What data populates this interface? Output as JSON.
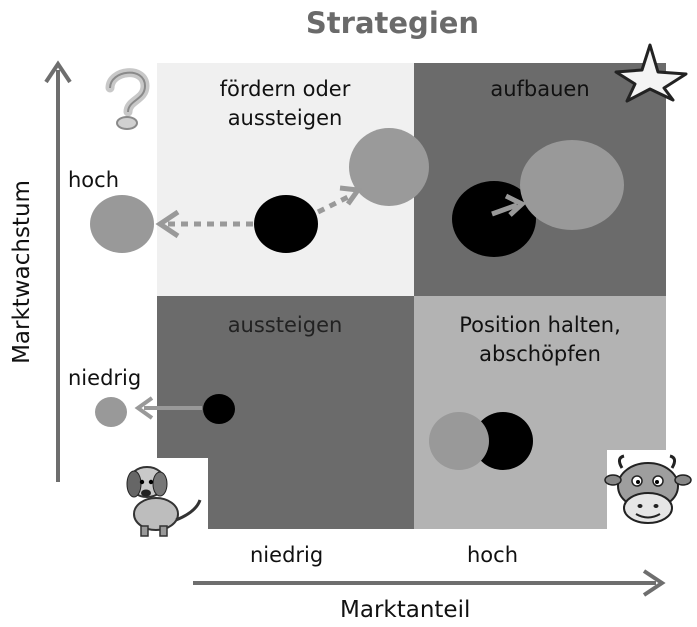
{
  "title": "Strategien",
  "quadrants": {
    "top_left": "fördern oder aussteigen",
    "top_right": "aufbauen",
    "bottom_left": "aussteigen",
    "bottom_right": "Position halten, abschöpfen"
  },
  "y_axis": {
    "label": "Marktwachstum",
    "high": "hoch",
    "low": "niedrig"
  },
  "x_axis": {
    "label": "Marktanteil",
    "low": "niedrig",
    "high": "hoch"
  },
  "icons": {
    "top_left": "question-mark-icon",
    "top_right": "star-icon",
    "bottom_left": "dog-icon",
    "bottom_right": "cow-icon"
  },
  "colors": {
    "title": "#6a6a6a",
    "quadrant_light": "#f0f0f0",
    "quadrant_dark": "#6b6b6b",
    "quadrant_mid": "#b3b3b3",
    "bubble_grey": "#999999",
    "bubble_black": "#000000"
  }
}
